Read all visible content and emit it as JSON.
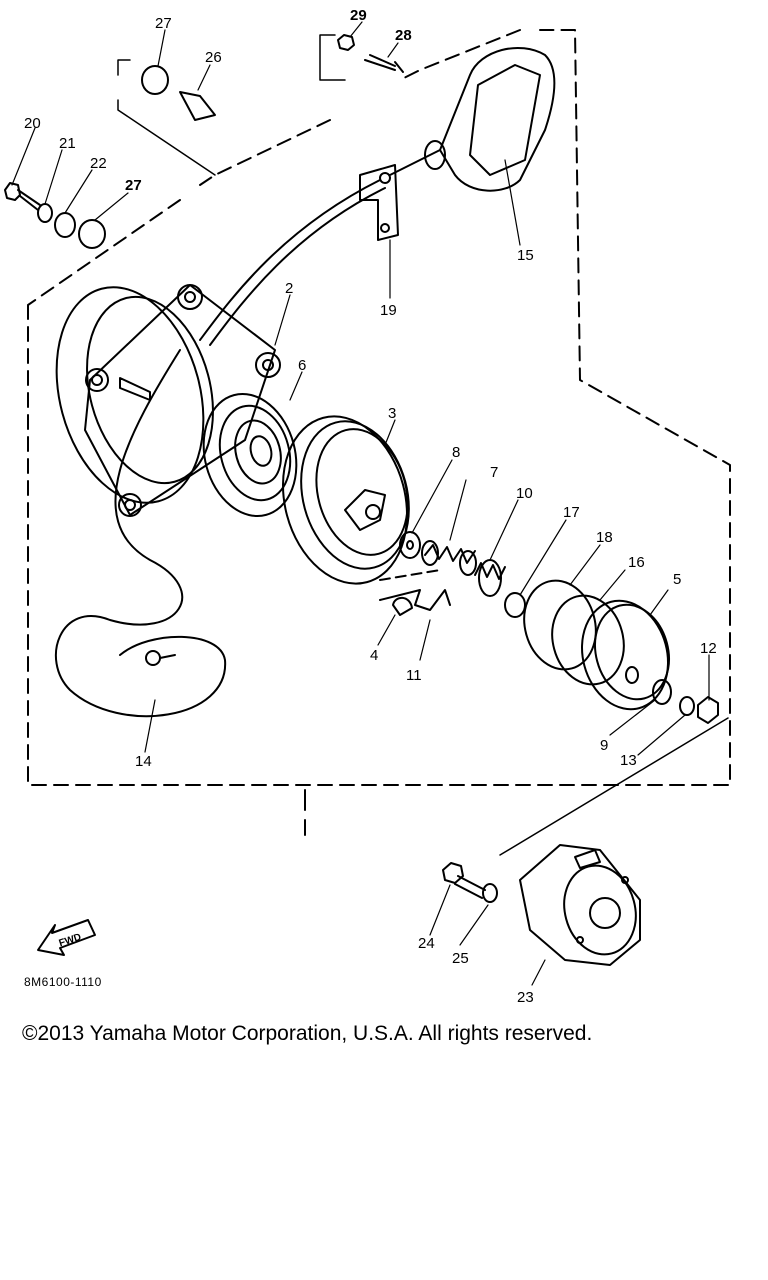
{
  "diagram": {
    "part_numbers": [
      "2",
      "3",
      "4",
      "5",
      "6",
      "7",
      "8",
      "9",
      "10",
      "11",
      "12",
      "13",
      "14",
      "15",
      "16",
      "17",
      "18",
      "19",
      "20",
      "21",
      "22",
      "23",
      "24",
      "25",
      "26",
      "27",
      "27",
      "28",
      "29"
    ],
    "fwd_label": "FWD",
    "drawing_code": "8M6100-1110"
  },
  "footer": {
    "copyright": "©2013 Yamaha Motor Corporation, U.S.A. All rights reserved."
  }
}
